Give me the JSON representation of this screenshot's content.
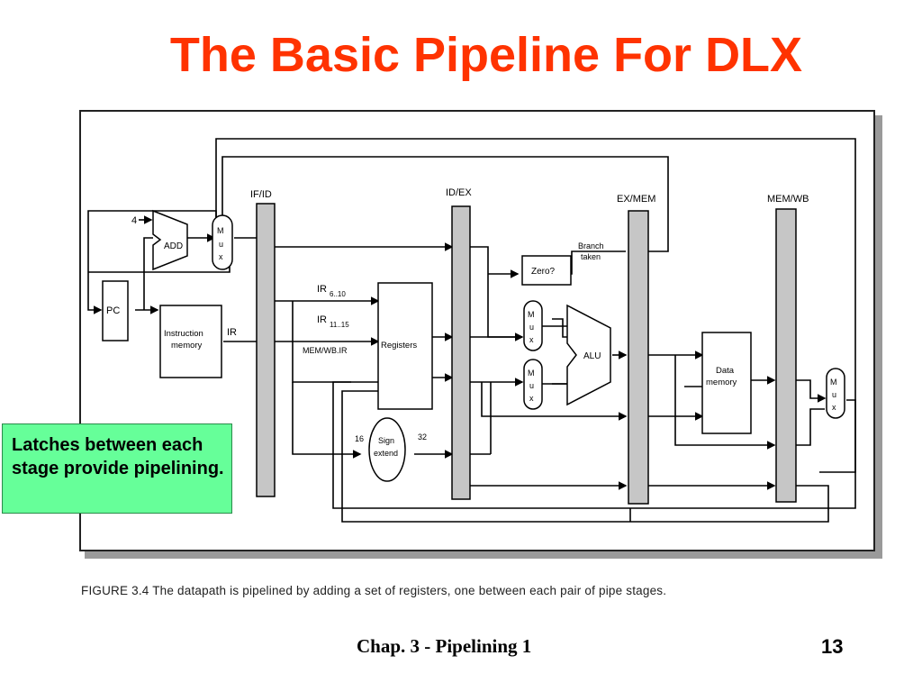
{
  "slide": {
    "title": "The Basic Pipeline For DLX",
    "callout": "Latches between each stage provide pipelining.",
    "caption": "FIGURE 3.4  The datapath is pipelined by adding a set of registers, one between each pair of pipe stages.",
    "footer_left": "Chap. 3 - Pipelining 1",
    "page_number": "13"
  },
  "diagram": {
    "latches": {
      "if_id": "IF/ID",
      "id_ex": "ID/EX",
      "ex_mem": "EX/MEM",
      "mem_wb": "MEM/WB"
    },
    "blocks": {
      "pc": "PC",
      "add": "ADD",
      "add_input": "4",
      "instruction_memory_line1": "Instruction",
      "instruction_memory_line2": "memory",
      "registers": "Registers",
      "sign_extend_line1": "Sign",
      "sign_extend_line2": "extend",
      "zero_test": "Zero?",
      "alu": "ALU",
      "data_memory_line1": "Data",
      "data_memory_line2": "memory",
      "mux": "M u x"
    },
    "labels": {
      "ir": "IR",
      "ir_6_10": "IR",
      "ir_6_10_sub": "6..10",
      "ir_11_15": "IR",
      "ir_11_15_sub": "11..15",
      "mem_wb_ir": "MEM/WB.IR",
      "branch_taken_line1": "Branch",
      "branch_taken_line2": "taken",
      "bits_16": "16",
      "bits_32": "32"
    }
  }
}
